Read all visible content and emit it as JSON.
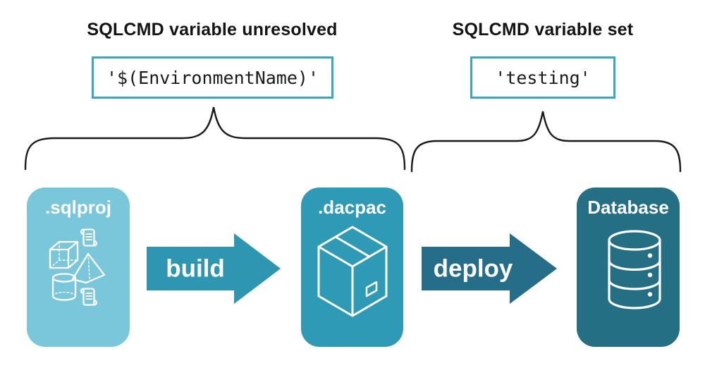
{
  "annotations": {
    "left": {
      "heading": "SQLCMD variable unresolved",
      "code": "'$(EnvironmentName)'"
    },
    "right": {
      "heading": "SQLCMD variable set",
      "code": "'testing'"
    }
  },
  "pipeline": {
    "nodes": [
      {
        "label": ".sqlproj",
        "color": "#7ac6da",
        "icon": "sql-objects-icon"
      },
      {
        "label": ".dacpac",
        "color": "#2f9ab5",
        "icon": "package-icon"
      },
      {
        "label": "Database",
        "color": "#246f84",
        "icon": "database-icon"
      }
    ],
    "arrows": [
      {
        "label": "build",
        "color": "#2f96b1"
      },
      {
        "label": "deploy",
        "color": "#256d88"
      }
    ]
  },
  "colors": {
    "background": "#ffffff",
    "heading_text": "#141414",
    "code_text": "#1a1a1a",
    "code_box_border": "#3aa6c3",
    "code_box_background": "#ffffff",
    "brace_stroke": "#1a1a1a",
    "node_label": "#ffffff",
    "icon_stroke": "#ffffff"
  }
}
